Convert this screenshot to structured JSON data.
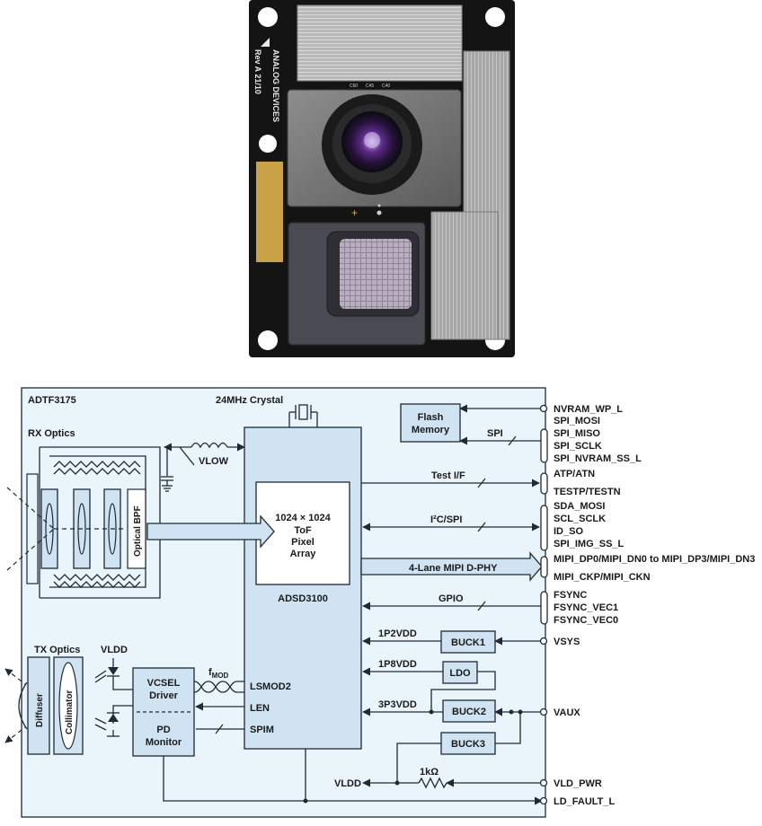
{
  "photo": {
    "silkscreen_brand": "ANALOG DEVICES",
    "silkscreen_rev": "Rev A 21/10",
    "component_labels": [
      "C60",
      "C45",
      "C40"
    ]
  },
  "diagram": {
    "module_label": "ADTF3175",
    "crystal_label": "24MHz Crystal",
    "rx_optics_label": "RX Optics",
    "optical_bpf_label": "Optical BPF",
    "vlow_label": "VLOW",
    "flash_label_line1": "Flash",
    "flash_label_line2": "Memory",
    "spi_label": "SPI",
    "pixel_array_line1": "1024 × 1024",
    "pixel_array_line2": "ToF",
    "pixel_array_line3": "Pixel",
    "pixel_array_line4": "Array",
    "sensor_label": "ADSD3100",
    "test_if_label": "Test I/F",
    "i2c_spi_label": "I²C/SPI",
    "mipi_label": "4-Lane MIPI D-PHY",
    "gpio_label": "GPIO",
    "rail_1p2": "1P2VDD",
    "rail_1p8": "1P8VDD",
    "rail_3p3": "3P3VDD",
    "buck1": "BUCK1",
    "ldo": "LDO",
    "buck2": "BUCK2",
    "buck3": "BUCK3",
    "tx_optics_label": "TX Optics",
    "vldd_top": "VLDD",
    "diffuser_label": "Diffuser",
    "collimator_label": "Collimator",
    "vcsel_line1": "VCSEL",
    "vcsel_line2": "Driver",
    "pd_line1": "PD",
    "pd_line2": "Monitor",
    "fmod_main": "f",
    "fmod_sub": "MOD",
    "lsmod2": "LSMOD2",
    "len": "LEN",
    "spim": "SPIM",
    "vldd_bottom": "VLDD",
    "resistor_label": "1kΩ",
    "signals": {
      "nvram_wp": "NVRAM_WP_L",
      "spi_mosi": "SPI_MOSI",
      "spi_miso": "SPI_MISO",
      "spi_sclk": "SPI_SCLK",
      "spi_nvram_ss": "SPI_NVRAM_SS_L",
      "atp_atn": "ATP/ATN",
      "testp_testn": "TESTP/TESTN",
      "sda_mosi": "SDA_MOSI",
      "scl_sclk": "SCL_SCLK",
      "id_so": "ID_SO",
      "spi_img_ss": "SPI_IMG_SS_L",
      "mipi_dp": "MIPI_DP0/MIPI_DN0 to MIPI_DP3/MIPI_DN3",
      "mipi_ck": "MIPI_CKP/MIPI_CKN",
      "fsync": "FSYNC",
      "fsync_vec1": "FSYNC_VEC1",
      "fsync_vec0": "FSYNC_VEC0",
      "vsys": "VSYS",
      "vaux": "VAUX",
      "vld_pwr": "VLD_PWR",
      "ld_fault": "LD_FAULT_L"
    }
  },
  "colors": {
    "panel_fill": "#eaf4fb",
    "block_fill": "#cfe3f3",
    "line": "#1f2a36",
    "pcb": "#141414"
  }
}
